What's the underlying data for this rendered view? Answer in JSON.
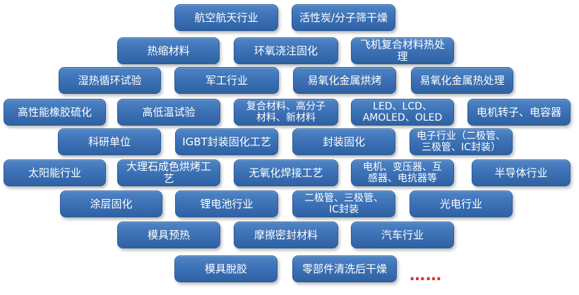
{
  "items": [
    "航空航天行业",
    "活性炭/分子筛干燥",
    "热缩材料",
    "环氧浇注固化",
    "飞机复合材料热处理",
    "湿热循环试验",
    "军工行业",
    "易氧化金属烘烤",
    "易氧化金属热处理",
    "高性能橡胶硫化",
    "高低温试验",
    "复合材料、高分子\n材料、新材料",
    "LED、LCD、\nAMOLED、OLED",
    "电机转子、电容器",
    "科研单位",
    "IGBT封装固化工艺",
    "封装固化",
    "电子行业（二极管、\n三极管、IC封装）",
    "太阳能行业",
    "大理石成色烘烤工艺",
    "无氧化焊接工艺",
    "电机、变压器、互\n感器、电抗器等",
    "半导体行业",
    "涂层固化",
    "锂电池行业",
    "二极管、三极管、\nIC封装",
    "光电行业",
    "模具预热",
    "摩擦密封材料",
    "汽车行业",
    "模具脫胶",
    "零部件清洗后干燥"
  ],
  "ellipsis": "……",
  "colors": {
    "tag_fill": "#3d72b6",
    "tag_text": "#ffffff",
    "ellipsis": "#e0322b"
  }
}
